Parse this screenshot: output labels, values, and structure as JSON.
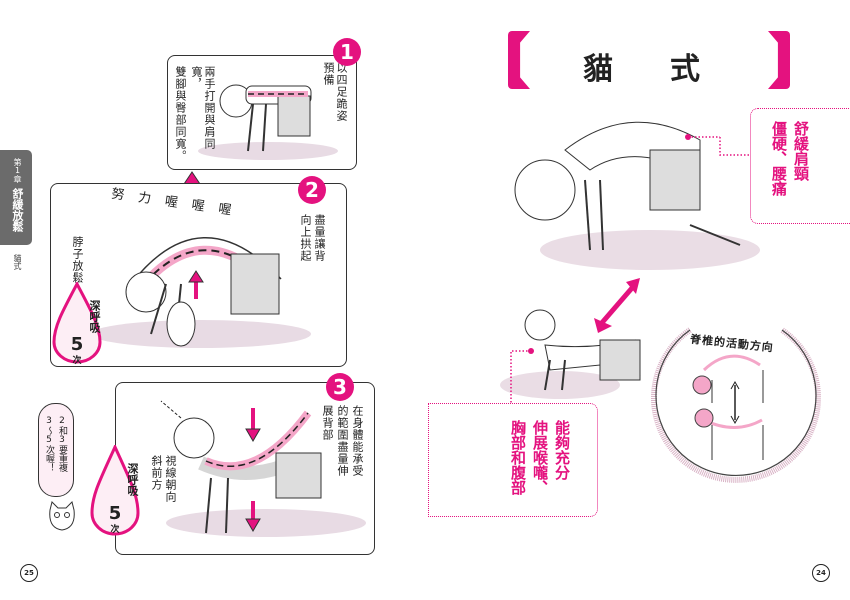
{
  "left_page": {
    "side_tab": {
      "chapter": "第1章",
      "section": "舒緩放鬆",
      "sub": "貓式"
    },
    "step1": {
      "number": "1",
      "title": "以四足跪姿預備",
      "note_lines": [
        "兩手打開與肩同寬，",
        "雙腳與臀部同寬。"
      ]
    },
    "step2": {
      "number": "2",
      "title_lines": [
        "盡量讓背",
        "向上拱起"
      ],
      "neck_note": "脖子放鬆",
      "effort_sfx": "努力喔喔喔",
      "breath": {
        "label": "深呼吸",
        "count": "5",
        "unit": "次"
      }
    },
    "step3": {
      "number": "3",
      "title_lines": [
        "在身體能承受",
        "的範圍盡量伸",
        "展背部"
      ],
      "gaze_lines": [
        "視線朝向",
        "斜前方"
      ],
      "breath": {
        "label": "深呼吸",
        "count": "5",
        "unit": "次"
      }
    },
    "cat_bubble": {
      "lines": [
        "2和3要重複",
        "3～5次喔！"
      ]
    },
    "page_number": "25"
  },
  "right_page": {
    "title": {
      "char1": "貓",
      "char2": "式"
    },
    "benefit_top": {
      "lines": [
        "舒緩肩頸",
        "僵硬、腰痛"
      ]
    },
    "benefit_bottom": {
      "lines": [
        "能夠充分",
        "伸展喉嚨、",
        "胸部和腹部"
      ]
    },
    "spine_diagram": {
      "label": "脊椎的活動方向"
    },
    "page_number": "24"
  },
  "colors": {
    "accent": "#e4127f",
    "soft_pink": "#f4a6c8",
    "tab_gray": "#6b6b6b"
  }
}
